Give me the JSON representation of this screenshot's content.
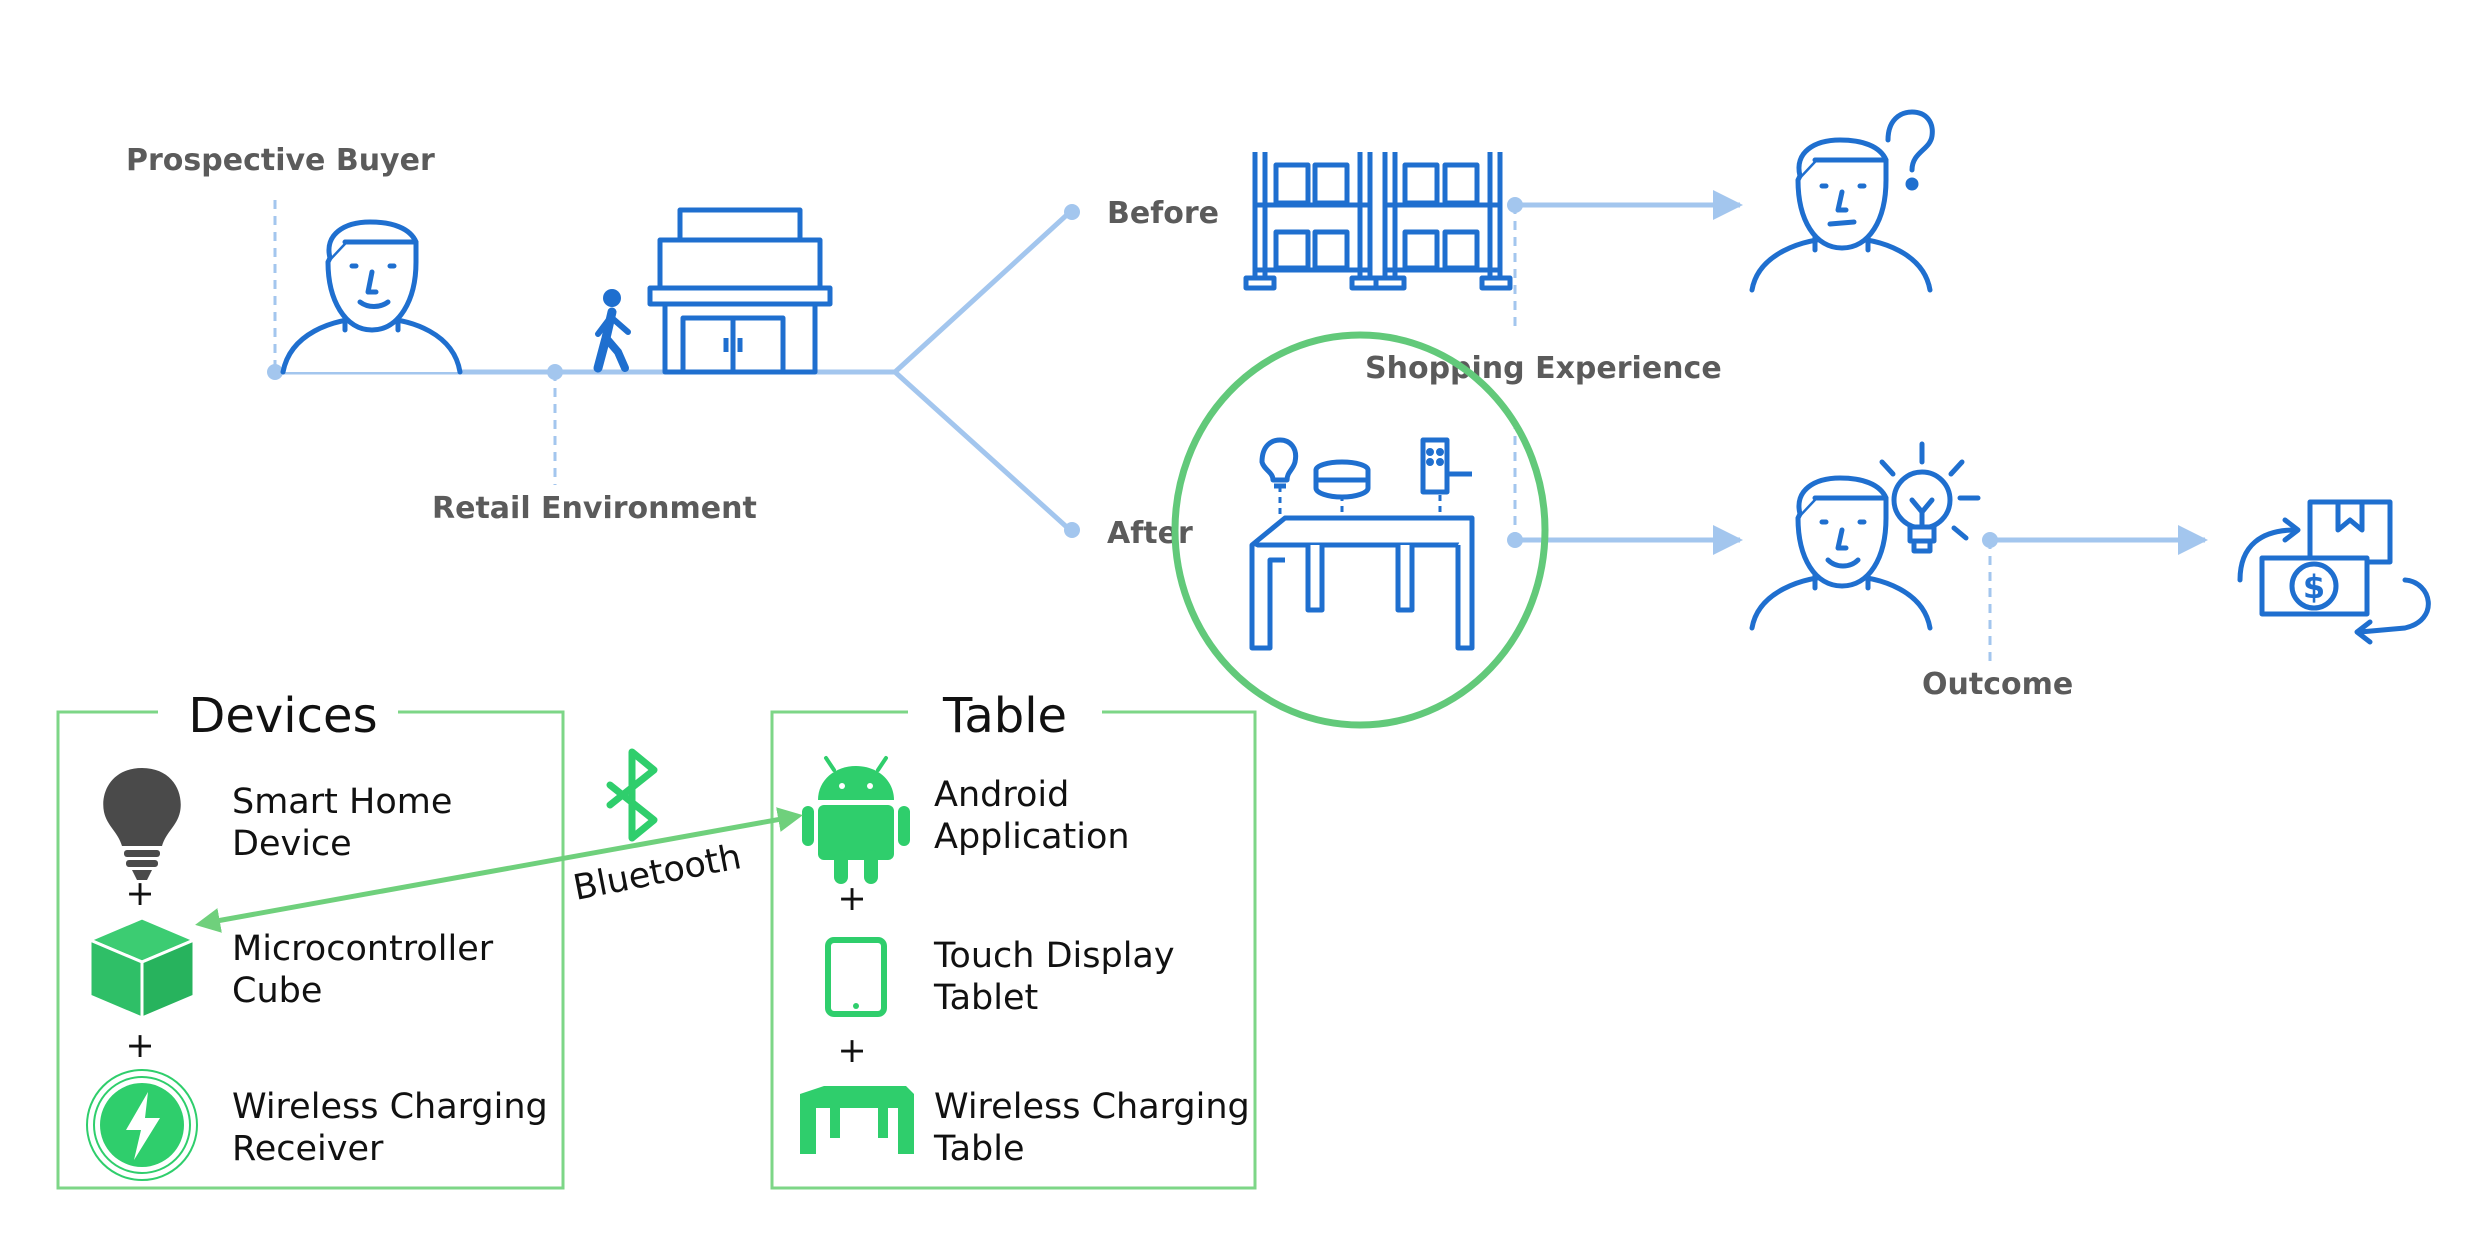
{
  "journey": {
    "prospective_buyer": "Prospective Buyer",
    "retail_environment": "Retail Environment",
    "before": "Before",
    "after": "After",
    "shopping_experience": "Shopping Experience",
    "outcome": "Outcome"
  },
  "devices_panel": {
    "title": "Devices",
    "items": [
      {
        "icon": "lightbulb-icon",
        "line1": "Smart Home",
        "line2": "Device"
      },
      {
        "icon": "cube-icon",
        "line1": "Microcontroller",
        "line2": "Cube"
      },
      {
        "icon": "lightning-charge-icon",
        "line1": "Wireless Charging",
        "line2": "Receiver"
      }
    ],
    "plus": "+"
  },
  "table_panel": {
    "title": "Table",
    "items": [
      {
        "icon": "android-icon",
        "line1": "Android",
        "line2": "Application"
      },
      {
        "icon": "tablet-icon",
        "line1": "Touch Display",
        "line2": "Tablet"
      },
      {
        "icon": "table-icon",
        "line1": "Wireless Charging",
        "line2": "Table"
      }
    ],
    "plus": "+"
  },
  "connection": {
    "label": "Bluetooth",
    "icon": "bluetooth-icon"
  },
  "colors": {
    "blue": "#1f6fcf",
    "light_blue": "#a3c6ee",
    "green": "#2fce6c",
    "panel_green": "#7dd687",
    "gray": "#5b5b5b"
  }
}
